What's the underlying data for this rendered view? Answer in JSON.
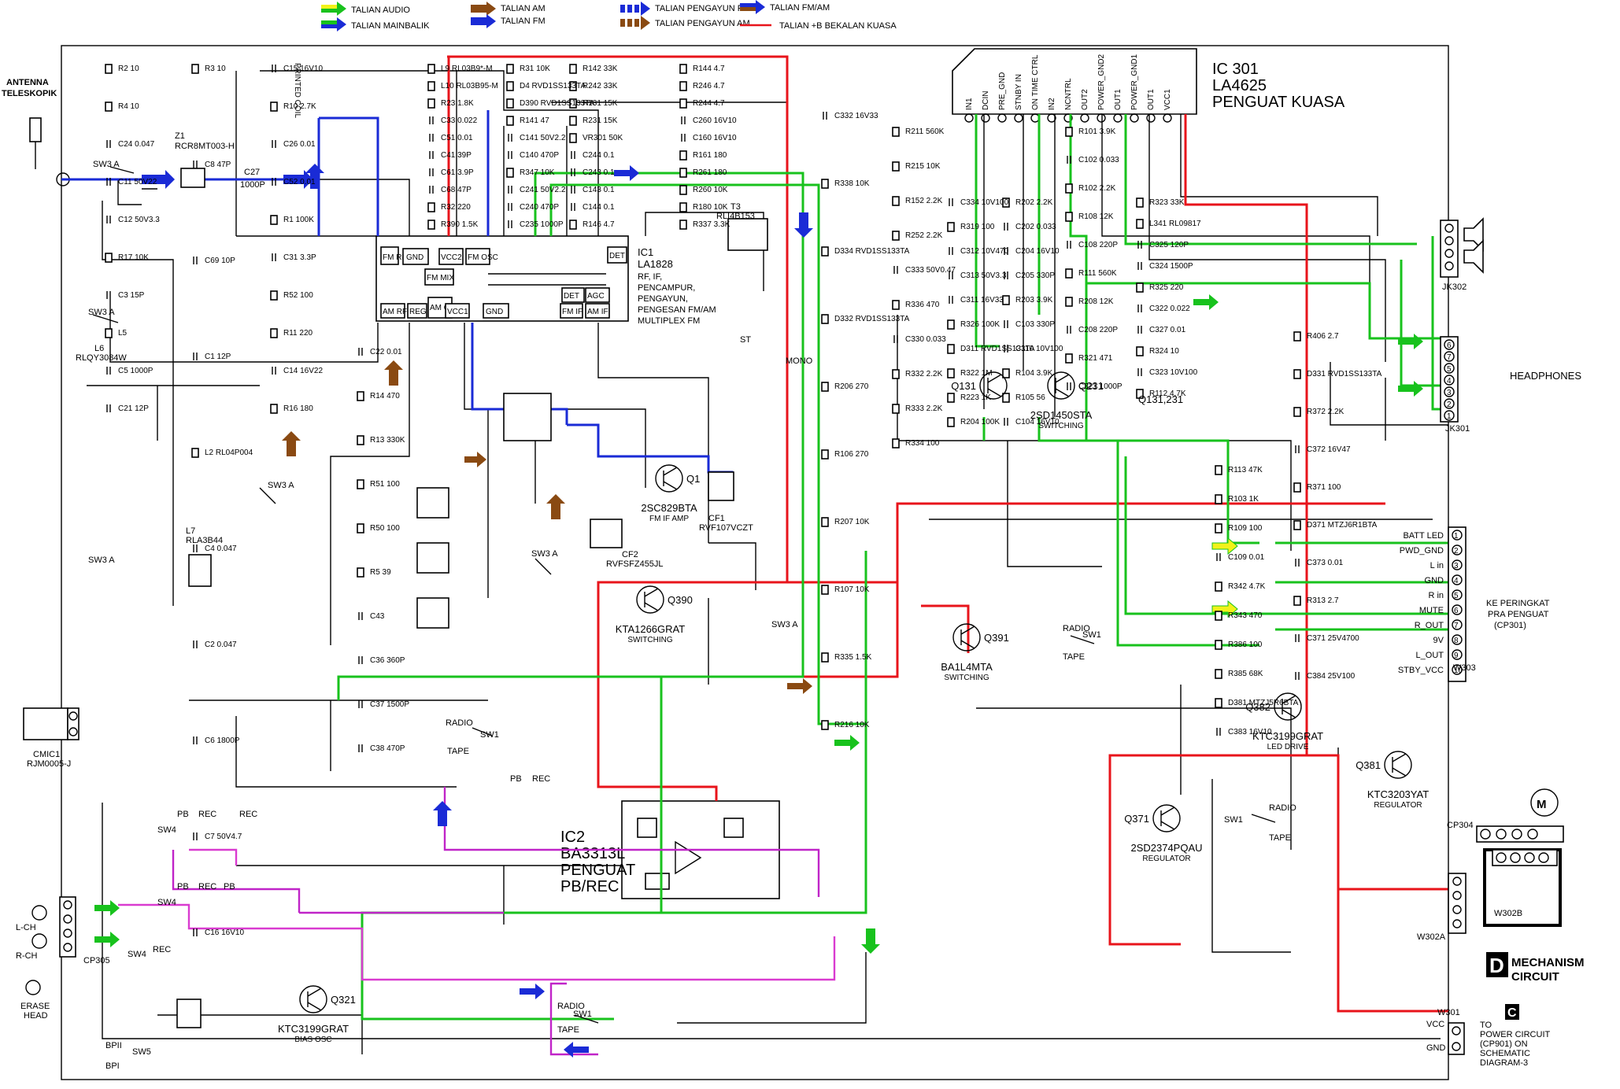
{
  "legend": [
    {
      "label": "TALIAN AUDIO",
      "color": "#18c21d",
      "accent": "#f2f21a"
    },
    {
      "label": "TALIAN MAINBALIK",
      "color": "#18c21d",
      "accent": "#1a2bd6"
    },
    {
      "label": "TALIAN AM",
      "color": "#8a4a12",
      "accent": "#8a4a12"
    },
    {
      "label": "TALIAN FM",
      "color": "#1a2bd6",
      "accent": "#1a2bd6"
    },
    {
      "label": "TALIAN PENGAYUN FM",
      "color": "#1a2bd6",
      "accent": "#ffffff"
    },
    {
      "label": "TALIAN PENGAYUN AM",
      "color": "#8a4a12",
      "accent": "#ffffff"
    },
    {
      "label": "TALIAN FM/AM",
      "color": "#1a2bd6",
      "accent": "#8a4a12"
    },
    {
      "label": "TALIAN +B BEKALAN KUASA",
      "color": "#e8141b",
      "accent": "#e8141b"
    }
  ],
  "antenna": {
    "line1": "ANTENNA",
    "line2": "TELESKOPIK"
  },
  "ic1": {
    "ref": "IC1",
    "part": "LA1828",
    "desc1": "RF, IF,",
    "desc2": "PENCAMPUR,",
    "desc3": "PENGAYUN,",
    "desc4": "PENGESAN FM/AM",
    "desc5": "MULTIPLEX FM",
    "blocks": [
      "FM RF",
      "GND",
      "VCC2",
      "FM OSC",
      "FM MIX",
      "AM RF",
      "REG",
      "AM OSC",
      "VCC1",
      "GND",
      "FM IF",
      "AM IF",
      "DET",
      "AGC",
      "DET"
    ]
  },
  "ic301": {
    "ref": "IC 301",
    "part": "LA4625",
    "desc": "PENGUAT KUASA",
    "pins": [
      "IN1",
      "DCIN",
      "PRE_GND",
      "STNBY IN",
      "ON TIME CTRL",
      "IN2",
      "NCNTRL",
      "OUT2",
      "POWER_GND2",
      "OUT1",
      "POWER_GND1",
      "OUT1",
      "VCC1"
    ]
  },
  "ic2": {
    "ref": "IC2",
    "part": "BA3313L",
    "desc1": "PENGUAT",
    "desc2": "PB/REC"
  },
  "transistors": [
    {
      "ref": "Q1",
      "part": "2SC829BTA",
      "role": "FM IF AMP"
    },
    {
      "ref": "Q390",
      "part": "KTA1266GRAT",
      "role": "SWITCHING"
    },
    {
      "ref": "Q391",
      "part": "BA1L4MTA",
      "role": "SWITCHING"
    },
    {
      "ref": "Q131",
      "part": "",
      "role": ""
    },
    {
      "ref": "Q231",
      "part": "2SD1450STA",
      "role": "SWITCHING"
    },
    {
      "ref": "Q382",
      "part": "KTC3199GRAT",
      "role": "LED DRIVE"
    },
    {
      "ref": "Q381",
      "part": "KTC3203YAT",
      "role": "REGULATOR"
    },
    {
      "ref": "Q371",
      "part": "2SD2374PQAU",
      "role": "REGULATOR"
    },
    {
      "ref": "Q321",
      "part": "KTC3199GRAT",
      "role": "BIAS OSC"
    }
  ],
  "q131_231_label": "Q131,231",
  "connector_pre": {
    "title1": "KE PERINGKAT",
    "title2": "PRA PENGUAT",
    "title3": "(CP301)",
    "pins": [
      "BATT LED",
      "PWD_GND",
      "L in",
      "GND",
      "R in",
      "MUTE",
      "R_OUT",
      "9V",
      "L_OUT",
      "STBY_VCC"
    ],
    "ref": "W303"
  },
  "headphones": {
    "label": "HEADPHONES",
    "ref": "JK301",
    "speaker_ref": "JK302"
  },
  "mechanism": {
    "badge": "D",
    "line1": "MECHANISM",
    "line2": "CIRCUIT",
    "ref": "CP304",
    "ref2": "W302B",
    "ref3": "W302A"
  },
  "power": {
    "badge": "C",
    "line0": "TO",
    "line1": "POWER CIRCUIT",
    "line2": "(CP901) ON",
    "line3": "SCHEMATIC",
    "line4": "DIAGRAM-3",
    "ref": "W301",
    "pins": [
      "VCC",
      "GND"
    ]
  },
  "misc": {
    "z1": "Z1",
    "z1_part": "RCR8MT003-H",
    "c27": "C27",
    "c27_val": "1000P",
    "sw3a": "SW3 A",
    "sw1": "SW1",
    "sw4": "SW4",
    "sw5": "SW5",
    "radio": "RADIO",
    "tape": "TAPE",
    "pb": "PB",
    "rec": "REC",
    "cmic": "CMIC1",
    "cmic_part": "RJM0005-J",
    "lch": "L-CH",
    "rch": "R-CH",
    "cp305": "CP305",
    "erase": "ERASE",
    "erase2": "HEAD",
    "bp1": "BPII",
    "bp2": "BPI",
    "printed_coil": "PRINTED COIL",
    "cf1": "CF1",
    "cf1_part": "RVF107VCZT",
    "cf2": "CF2",
    "cf2_part": "RVFSFZ455JL",
    "t3": "T3",
    "t3_part": "RLI4B153",
    "l7": "L7",
    "l7_part": "RLA3B44",
    "l6": "L6",
    "l6_part": "RLQY3084W",
    "mono": "MONO",
    "st": "ST"
  },
  "components": [
    "R2 10",
    "R4 10",
    "C24 0.047",
    "C11 50V22",
    "C12 50V3.3",
    "R17 10K",
    "C3 15P",
    "L5",
    "C5 1000P",
    "C21 12P",
    "R3 10",
    "C8 47P",
    "C69 10P",
    "C1 12P",
    "L2 RL04P004",
    "C4 0.047",
    "C2 0.047",
    "C6 1800P",
    "C7 50V4.7",
    "C16 16V10",
    "C15 16V10",
    "R10 2.7K",
    "C26 0.01",
    "C52 0.01",
    "R1 100K",
    "C31 3.3P",
    "R52 100",
    "R11 220",
    "C14 16V22",
    "R16 180",
    "C22 0.01",
    "R14 470",
    "R13 330K",
    "R51 100",
    "R50 100",
    "R5 39",
    "C43",
    "C36 360P",
    "C37 1500P",
    "C38 470P",
    "L9 RL03B9*-M",
    "L10 RL03B95-M",
    "R23 1.8K",
    "C33 0.022",
    "C51 0.01",
    "C41 39P",
    "C61 3.9P",
    "C68 47P",
    "R32 220",
    "R390 1.5K",
    "R31 10K",
    "D4 RVD1SS133TA",
    "D390 RVD1SS133TA",
    "R141 47",
    "C141 50V2.2",
    "C140 470P",
    "R347 10K",
    "C241 50V2.2",
    "C240 470P",
    "C235 1000P",
    "R142 33K",
    "R242 33K",
    "R131 15K",
    "R231 15K",
    "VR301 50K",
    "C244 0.1",
    "C243 0.1",
    "C143 0.1",
    "C144 0.1",
    "R146 4.7",
    "R144 4.7",
    "R246 4.7",
    "R244 4.7",
    "C260 16V10",
    "C160 16V10",
    "R161 180",
    "R261 180",
    "R260 10K",
    "R180 10K",
    "R337 3.3K",
    "C332 16V33",
    "R338 10K",
    "D334 RVD1SS133TA",
    "D332 RVD1SS133TA",
    "R206 270",
    "R106 270",
    "R207 10K",
    "R107 10K",
    "R335 1.5K",
    "R216 10K",
    "R211 560K",
    "R215 10K",
    "R152 2.2K",
    "R252 2.2K",
    "C333 50V0.47",
    "R336 470",
    "C330 0.033",
    "R332 2.2K",
    "R333 2.2K",
    "R334 100",
    "C334 10V100",
    "R319 100",
    "C312 10V470",
    "C313 50V3.3",
    "C311 16V33",
    "R326 100K",
    "D311 RVD1SS133TA",
    "R322 1M",
    "R223 1K",
    "R204 100K",
    "R202 2.2K",
    "C202 0.033",
    "C204 16V10",
    "C205 330P",
    "R203 3.9K",
    "C103 330P",
    "C110 10V100",
    "R104 3.9K",
    "R105 56",
    "C104 16V10",
    "R101 3.9K",
    "C102 0.033",
    "R102 2.2K",
    "R108 12K",
    "C108 220P",
    "R111 560K",
    "R208 12K",
    "C208 220P",
    "R321 471",
    "C321 1000P",
    "R323 33K",
    "L341 RL09817",
    "C325 120P",
    "C324 1500P",
    "R325 220",
    "C322 0.022",
    "C327 0.01",
    "R324 10",
    "C323 10V100",
    "R112 4.7K",
    "R113 47K",
    "R103 1K",
    "R109 100",
    "C109 0.01",
    "R342 4.7K",
    "R343 470",
    "R386 100",
    "R385 68K",
    "D381 MTZJ5R6BTA",
    "C383 16V10",
    "R406 2.7",
    "D331 RVD1SS133TA",
    "R372 2.2K",
    "C372 16V47",
    "R371 100",
    "D371 MTZJ6R1BTA",
    "C373 0.01",
    "R313 2.7",
    "C371 25V4700",
    "C384 25V100"
  ]
}
